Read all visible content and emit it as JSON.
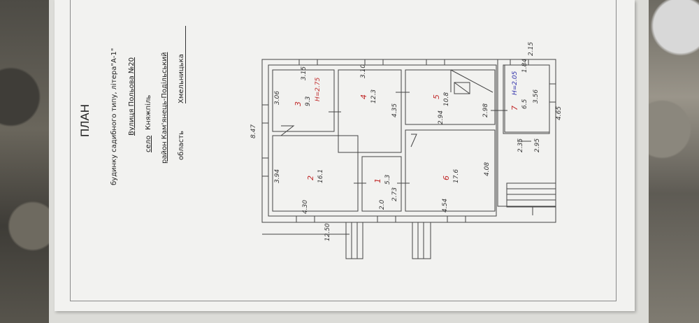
{
  "title": "ПЛАН",
  "subtitle": "будинку садибного типу, літера\"А-1\"",
  "street": "Вулиця  Польова №20",
  "village_label": "село",
  "village": "Княжпіль",
  "district": "район Кам'янець-Подільський",
  "region_label": "область",
  "region": "Хмельницька",
  "rooms": [
    {
      "num": "1",
      "area": "5.3"
    },
    {
      "num": "2",
      "area": "16.1"
    },
    {
      "num": "3",
      "area": "9.3"
    },
    {
      "num": "4",
      "area": "12.3"
    },
    {
      "num": "5",
      "area": "10.8"
    },
    {
      "num": "6",
      "area": "17.6"
    },
    {
      "num": "7",
      "area": "6.5"
    }
  ],
  "dimensions": {
    "total_length": "12.50",
    "top_right": "2.15",
    "right_side": "4.65",
    "left_width": "8.47",
    "r3_top": "3.15",
    "r3_left": "3.06",
    "r4_top": "3.10",
    "r4_side": "4.35",
    "r5_bottom": "2.94",
    "r5_side": "2.98",
    "r2_side": "3.94",
    "r2_bottom": "4.30",
    "r1_bottom": "2.0",
    "r1_side": "2.73",
    "r6_bottom": "4.54",
    "r6_side": "4.08",
    "r7_side": "3.56",
    "r7_top": "1.84",
    "r7_bottom": "2.95",
    "r7_extra": "2.35"
  },
  "annotations": {
    "r3_note": "Н=2.75",
    "r7_note": "Н=2.05"
  },
  "colors": {
    "room_number": "#c02828",
    "note_blue": "#2a2aa8"
  }
}
